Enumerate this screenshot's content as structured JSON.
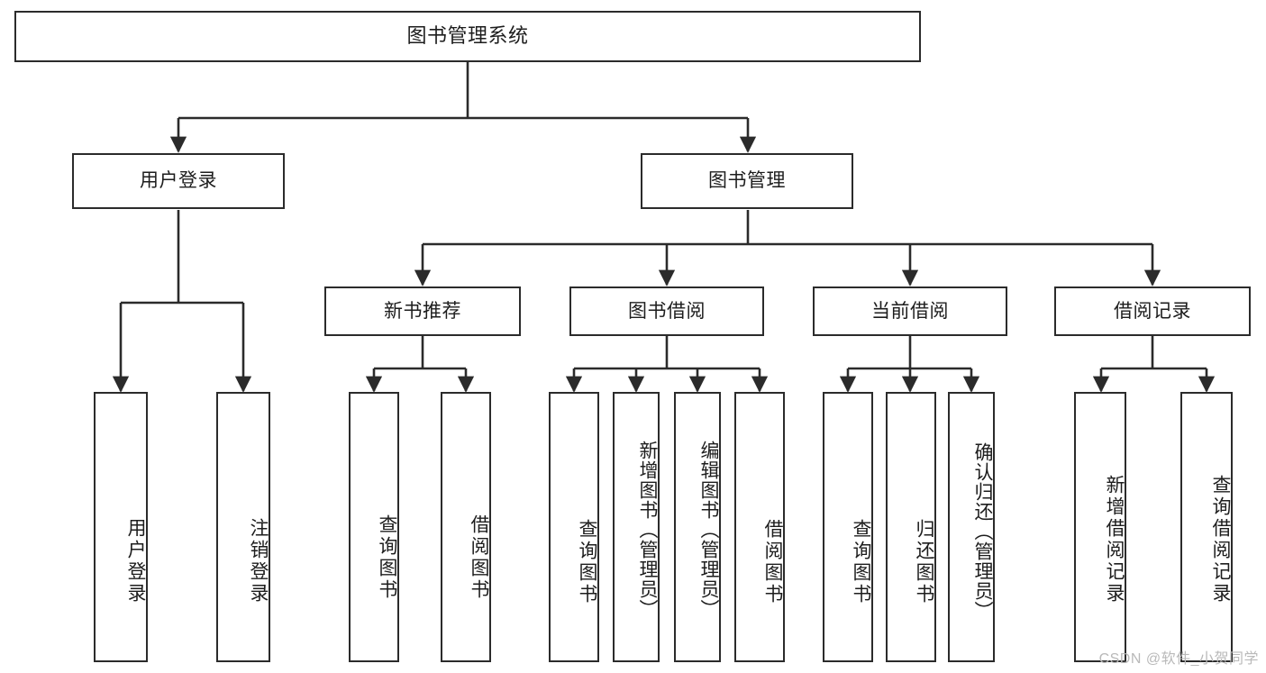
{
  "diagram": {
    "title": "图书管理系统",
    "type": "tree",
    "root": {
      "id": "root",
      "label": "图书管理系统"
    },
    "level2": [
      {
        "id": "user-login",
        "label": "用户登录"
      },
      {
        "id": "book-manage",
        "label": "图书管理"
      }
    ],
    "level3": [
      {
        "id": "new-book-recommend",
        "label": "新书推荐",
        "parent": "book-manage"
      },
      {
        "id": "book-borrow",
        "label": "图书借阅",
        "parent": "book-manage"
      },
      {
        "id": "current-borrow",
        "label": "当前借阅",
        "parent": "book-manage"
      },
      {
        "id": "borrow-record",
        "label": "借阅记录",
        "parent": "book-manage"
      }
    ],
    "leaves": [
      {
        "id": "leaf-user-login",
        "label": "用户登录",
        "parent": "user-login"
      },
      {
        "id": "leaf-logout",
        "label": "注销登录",
        "parent": "user-login"
      },
      {
        "id": "leaf-query-book-1",
        "label": "查询图书",
        "parent": "new-book-recommend"
      },
      {
        "id": "leaf-borrow-book-1",
        "label": "借阅图书",
        "parent": "new-book-recommend"
      },
      {
        "id": "leaf-query-book-2",
        "label": "查询图书",
        "parent": "book-borrow"
      },
      {
        "id": "leaf-add-book",
        "label": "新增图书（管理员）",
        "parent": "book-borrow"
      },
      {
        "id": "leaf-edit-book",
        "label": "编辑图书（管理员）",
        "parent": "book-borrow"
      },
      {
        "id": "leaf-borrow-book-2",
        "label": "借阅图书",
        "parent": "book-borrow"
      },
      {
        "id": "leaf-query-book-3",
        "label": "查询图书",
        "parent": "current-borrow"
      },
      {
        "id": "leaf-return-book",
        "label": "归还图书",
        "parent": "current-borrow"
      },
      {
        "id": "leaf-confirm-return",
        "label": "确认归还（管理员）",
        "parent": "current-borrow"
      },
      {
        "id": "leaf-add-record",
        "label": "新增借阅记录",
        "parent": "borrow-record"
      },
      {
        "id": "leaf-query-record",
        "label": "查询借阅记录",
        "parent": "borrow-record"
      }
    ],
    "watermark": "CSDN @软件_小贺同学",
    "colors": {
      "stroke": "#2b2b2b",
      "fill": "#ffffff",
      "text": "#1d1d1d",
      "watermark": "#b9b9b9"
    }
  }
}
